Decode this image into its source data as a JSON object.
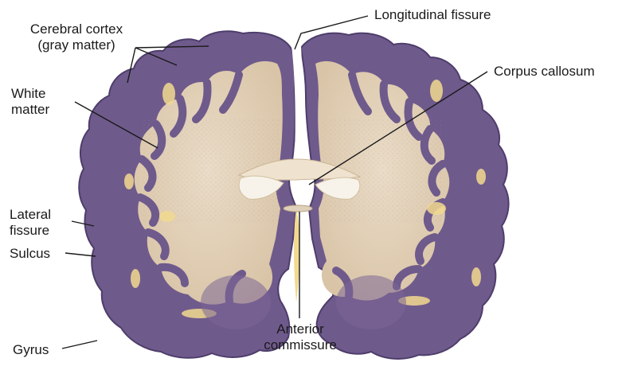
{
  "figure": {
    "labels": {
      "cerebral_cortex_line1": "Cerebral cortex",
      "cerebral_cortex_line2": "(gray matter)",
      "longitudinal_fissure": "Longitudinal fissure",
      "corpus_callosum": "Corpus callosum",
      "white_matter_line1": "White",
      "white_matter_line2": "matter",
      "lateral_fissure_line1": "Lateral",
      "lateral_fissure_line2": "fissure",
      "sulcus": "Sulcus",
      "gyrus": "Gyrus",
      "anterior_commissure_line1": "Anterior",
      "anterior_commissure_line2": "commissure"
    },
    "colors": {
      "gray_matter": "#6f5a8c",
      "gray_matter_dark": "#4e3d6b",
      "white_matter": "#e6d6bf",
      "white_matter_shade": "#d8c3a6",
      "ventricle": "#f7f3ea",
      "pale_space": "#f2d98f",
      "leader_line": "#1a1a1a",
      "text": "#1a1a1a",
      "background": "#ffffff"
    }
  }
}
